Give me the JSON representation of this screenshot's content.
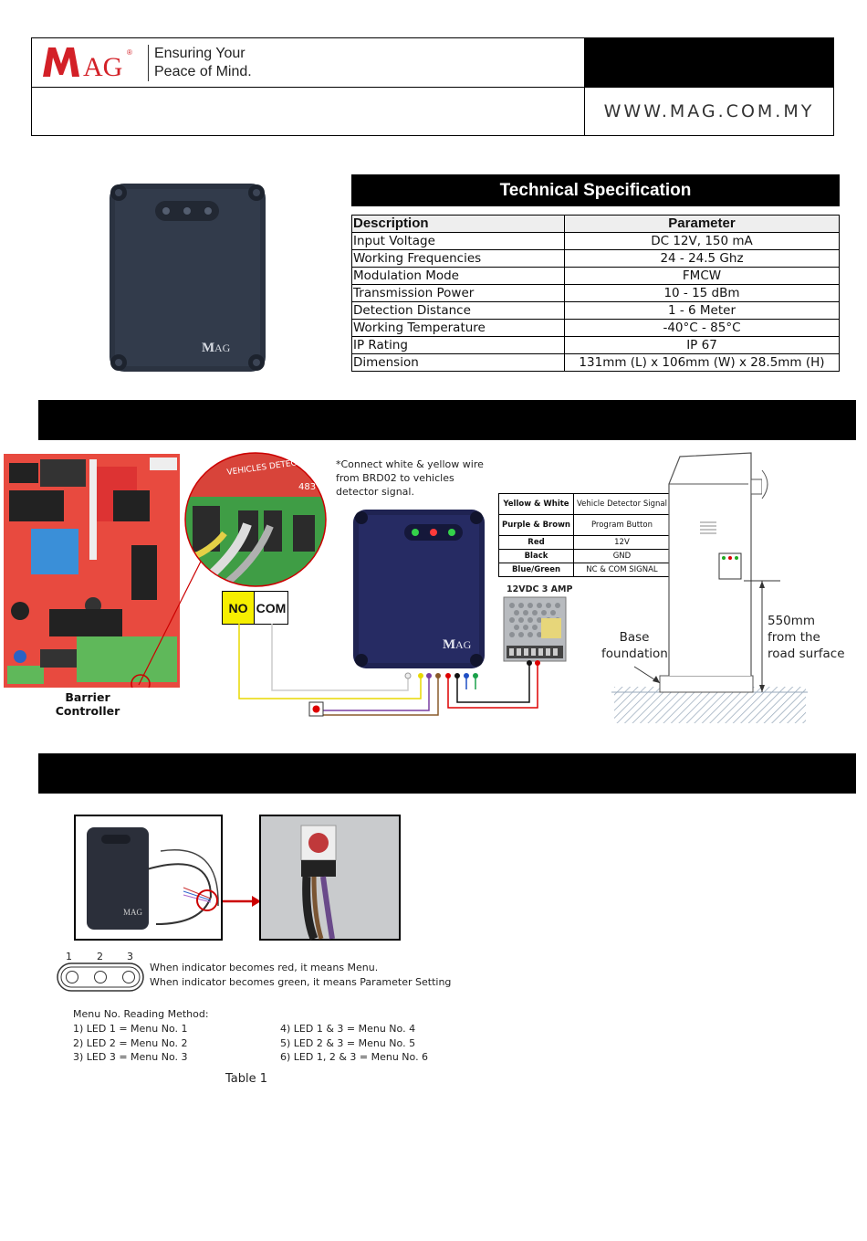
{
  "header": {
    "slogan_line1": "Ensuring Your",
    "slogan_line2": "Peace of Mind.",
    "website": "WWW.MAG.COM.MY",
    "brand_color": "#d32027"
  },
  "spec": {
    "title": "Technical Specification",
    "col_description": "Description",
    "col_parameter": "Parameter",
    "rows": [
      {
        "desc": "Input Voltage",
        "param": "DC 12V, 150 mA"
      },
      {
        "desc": "Working Frequencies",
        "param": "24 - 24.5 Ghz"
      },
      {
        "desc": "Modulation Mode",
        "param": "FMCW"
      },
      {
        "desc": "Transmission Power",
        "param": "10 - 15 dBm"
      },
      {
        "desc": "Detection Distance",
        "param": "1 - 6 Meter"
      },
      {
        "desc": "Working Temperature",
        "param": "-40°C - 85°C"
      },
      {
        "desc": "IP Rating",
        "param": "IP 67"
      },
      {
        "desc": "Dimension",
        "param": "131mm (L) x 106mm (W) x 28.5mm (H)"
      }
    ]
  },
  "wiring": {
    "board_text": "VEHICLES DETECTOR SIGNAL",
    "board_code": "483",
    "board_label_line1": "Barrier",
    "board_label_line2": "Controller",
    "note_line1": "*Connect white & yellow wire",
    "note_line2": "from BRD02 to vehicles",
    "note_line3": "detector signal.",
    "no_label": "NO",
    "com_label": "COM",
    "wire_table": [
      {
        "color": "Yellow & White",
        "function": "Vehicle Detector Signal"
      },
      {
        "color": "Purple & Brown",
        "function": "Program Button"
      },
      {
        "color": "Red",
        "function": "12V"
      },
      {
        "color": "Black",
        "function": "GND"
      },
      {
        "color": "Blue/Green",
        "function": "NC & COM SIGNAL"
      }
    ],
    "psu_label": "12VDC 3 AMP",
    "base_line1": "Base",
    "base_line2": "foundation",
    "height_line1": "550mm",
    "height_line2": "from the",
    "height_line3": "road surface"
  },
  "programming": {
    "led_numbers": [
      "1",
      "2",
      "3"
    ],
    "indicator_red": "When indicator becomes red, it means Menu.",
    "indicator_green": "When indicator becomes green, it means Parameter Setting",
    "menu_title": "Menu No. Reading Method:",
    "menu_left": [
      "1) LED 1 = Menu No. 1",
      "2) LED 2 = Menu No. 2",
      "3) LED 3 = Menu No. 3"
    ],
    "menu_right": [
      "4) LED 1 & 3  = Menu No. 4",
      "5) LED 2 & 3 = Menu No. 5",
      "6) LED 1, 2 & 3 = Menu No. 6"
    ],
    "table_caption": "Table 1"
  }
}
